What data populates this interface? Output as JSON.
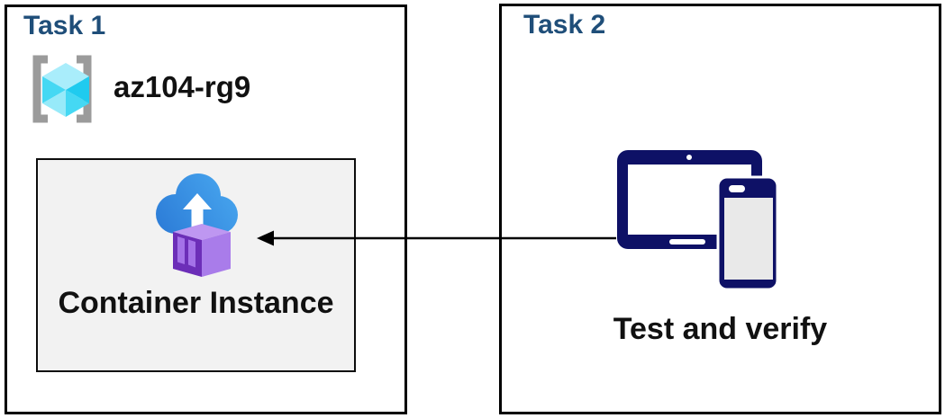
{
  "task1": {
    "title": "Task 1",
    "resource_group": {
      "name": "az104-rg9",
      "icon": "resource-group-icon"
    },
    "container_card": {
      "label": "Container Instance",
      "icon": "container-instance-icon"
    }
  },
  "task2": {
    "title": "Task 2",
    "caption": "Test and verify",
    "icon": "devices-tablet-phone-icon"
  },
  "connector": {
    "type": "arrow",
    "direction": "right-to-left",
    "icon": "arrow-left-icon"
  },
  "colors": {
    "title_blue": "#1F4E79",
    "text_black": "#111111",
    "box_border": "#000000",
    "card_bg": "#F2F2F2",
    "card_border": "#0D0D0D",
    "device_navy": "#0E1166",
    "device_screen_gray": "#E9E9E9",
    "cloud_blue": "#2E7FD9",
    "cloud_blue_light": "#47A5EE",
    "purple": "#A97CEA",
    "purple_dark": "#6C2EB8",
    "purple_light": "#A472E8",
    "purple_top": "#BE97F1",
    "cube_light": "#A9EDFB",
    "cube_mid": "#45D8F3",
    "cube_mid2": "#97EAF9",
    "cube_dark": "#1FCBEF",
    "bracket_gray": "#9B9B9B",
    "arrow_black": "#000000"
  }
}
